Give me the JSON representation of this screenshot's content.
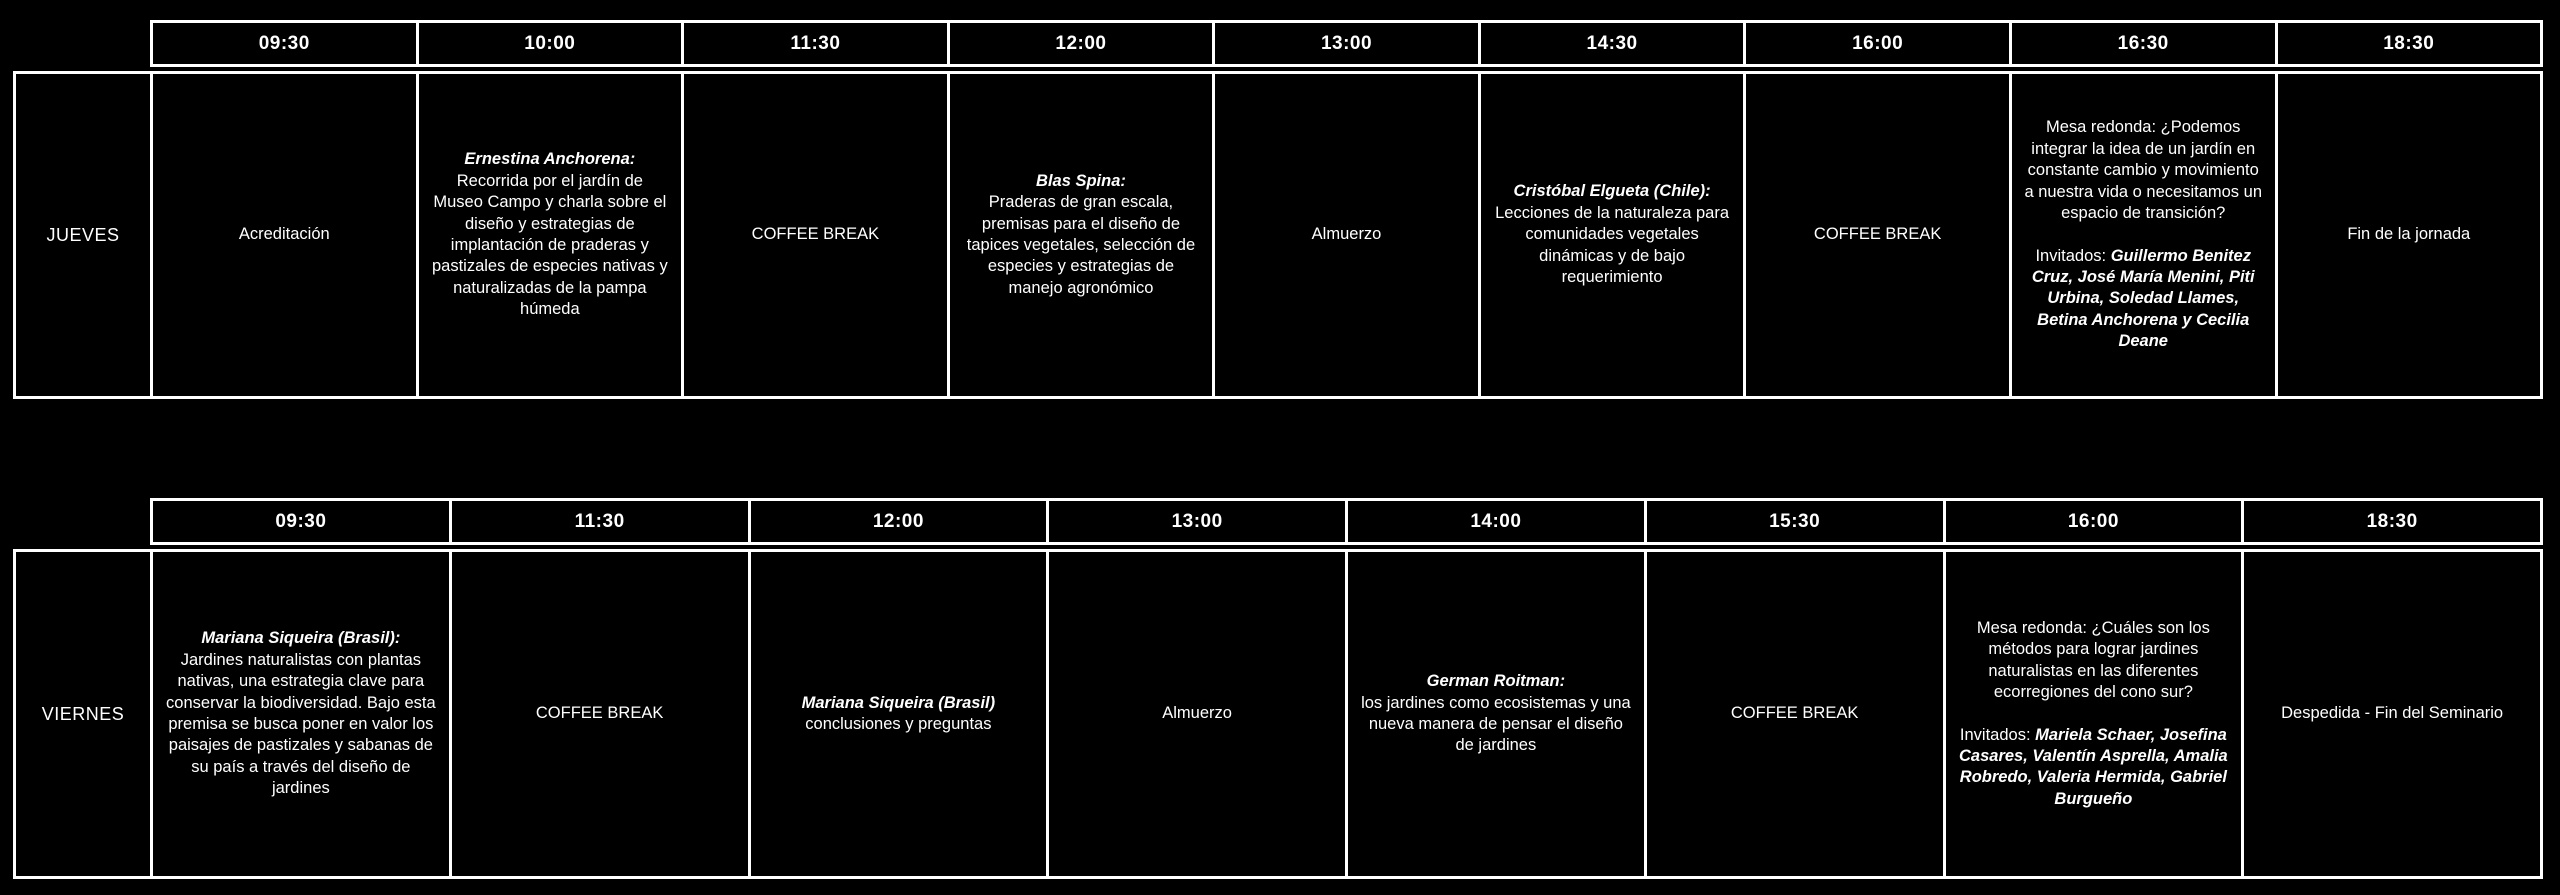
{
  "page": {
    "background_color": "#000000",
    "border_color": "#ffffff",
    "text_color": "#ffffff"
  },
  "tables": [
    {
      "day": "JUEVES",
      "times": [
        "09:30",
        "10:00",
        "11:30",
        "12:00",
        "13:00",
        "14:30",
        "16:00",
        "16:30",
        "18:30"
      ],
      "cells": [
        {
          "paragraphs": [
            {
              "segments": [
                {
                  "text": "Acreditación"
                }
              ]
            }
          ]
        },
        {
          "paragraphs": [
            {
              "segments": [
                {
                  "text": "Ernestina Anchorena:",
                  "bold": true,
                  "italic": true
                }
              ]
            },
            {
              "segments": [
                {
                  "text": "Recorrida por el jardín de Museo Campo y charla sobre el diseño y estrategias de implantación de praderas y pastizales de especies nativas y naturalizadas de la pampa húmeda"
                }
              ]
            }
          ]
        },
        {
          "paragraphs": [
            {
              "segments": [
                {
                  "text": "COFFEE BREAK"
                }
              ]
            }
          ]
        },
        {
          "paragraphs": [
            {
              "segments": [
                {
                  "text": "Blas Spina:",
                  "bold": true,
                  "italic": true
                }
              ]
            },
            {
              "segments": [
                {
                  "text": "Praderas de gran escala, premisas para el diseño de tapices vegetales, selección de especies y estrategias de manejo agronómico"
                }
              ]
            }
          ]
        },
        {
          "paragraphs": [
            {
              "segments": [
                {
                  "text": "Almuerzo"
                }
              ]
            }
          ]
        },
        {
          "paragraphs": [
            {
              "segments": [
                {
                  "text": "Cristóbal Elgueta (Chile):",
                  "bold": true,
                  "italic": true
                }
              ]
            },
            {
              "segments": [
                {
                  "text": "Lecciones de la naturaleza para comunidades vegetales dinámicas y de bajo requerimiento"
                }
              ]
            }
          ]
        },
        {
          "paragraphs": [
            {
              "segments": [
                {
                  "text": "COFFEE BREAK"
                }
              ]
            }
          ]
        },
        {
          "paragraphs": [
            {
              "segments": [
                {
                  "text": "Mesa redonda: ¿Podemos integrar la idea de un jardín en constante cambio y movimiento a nuestra vida o necesitamos un espacio de transición?"
                }
              ]
            },
            {
              "gap_before": true,
              "segments": [
                {
                  "text": "Invitados: "
                },
                {
                  "text": "Guillermo Benitez Cruz, José María Menini, Piti Urbina, Soledad Llames, Betina Anchorena y Cecilia Deane",
                  "bold": true,
                  "italic": true
                }
              ]
            }
          ]
        },
        {
          "paragraphs": [
            {
              "segments": [
                {
                  "text": "Fin de la jornada"
                }
              ]
            }
          ]
        }
      ]
    },
    {
      "day": "VIERNES",
      "times": [
        "09:30",
        "11:30",
        "12:00",
        "13:00",
        "14:00",
        "15:30",
        "16:00",
        "18:30"
      ],
      "cells": [
        {
          "paragraphs": [
            {
              "segments": [
                {
                  "text": "Mariana Siqueira (Brasil):",
                  "bold": true,
                  "italic": true
                }
              ]
            },
            {
              "segments": [
                {
                  "text": "Jardines naturalistas con plantas nativas, una estrategia clave para conservar la biodiversidad. Bajo esta premisa se busca poner en valor los paisajes de pastizales y sabanas de su país a través del diseño de jardines"
                }
              ]
            }
          ]
        },
        {
          "paragraphs": [
            {
              "segments": [
                {
                  "text": "COFFEE BREAK"
                }
              ]
            }
          ]
        },
        {
          "paragraphs": [
            {
              "segments": [
                {
                  "text": "Mariana Siqueira (Brasil)",
                  "bold": true,
                  "italic": true
                }
              ]
            },
            {
              "segments": [
                {
                  "text": "conclusiones y preguntas"
                }
              ]
            }
          ]
        },
        {
          "paragraphs": [
            {
              "segments": [
                {
                  "text": "Almuerzo"
                }
              ]
            }
          ]
        },
        {
          "paragraphs": [
            {
              "segments": [
                {
                  "text": "German Roitman:",
                  "bold": true,
                  "italic": true
                }
              ]
            },
            {
              "segments": [
                {
                  "text": "los jardines como ecosistemas y una nueva manera de pensar el diseño de jardines"
                }
              ]
            }
          ]
        },
        {
          "paragraphs": [
            {
              "segments": [
                {
                  "text": "COFFEE BREAK"
                }
              ]
            }
          ]
        },
        {
          "paragraphs": [
            {
              "segments": [
                {
                  "text": "Mesa redonda: ¿Cuáles son los métodos para lograr jardines naturalistas en las diferentes ecorregiones del cono sur?"
                }
              ]
            },
            {
              "gap_before": true,
              "segments": [
                {
                  "text": "Invitados: "
                },
                {
                  "text": "Mariela Schaer, Josefina Casares, Valentín Asprella, Amalia Robredo, Valeria Hermida, Gabriel Burgueño",
                  "bold": true,
                  "italic": true
                }
              ]
            }
          ]
        },
        {
          "paragraphs": [
            {
              "segments": [
                {
                  "text": "Despedida - Fin del Seminario"
                }
              ]
            }
          ]
        }
      ]
    }
  ]
}
